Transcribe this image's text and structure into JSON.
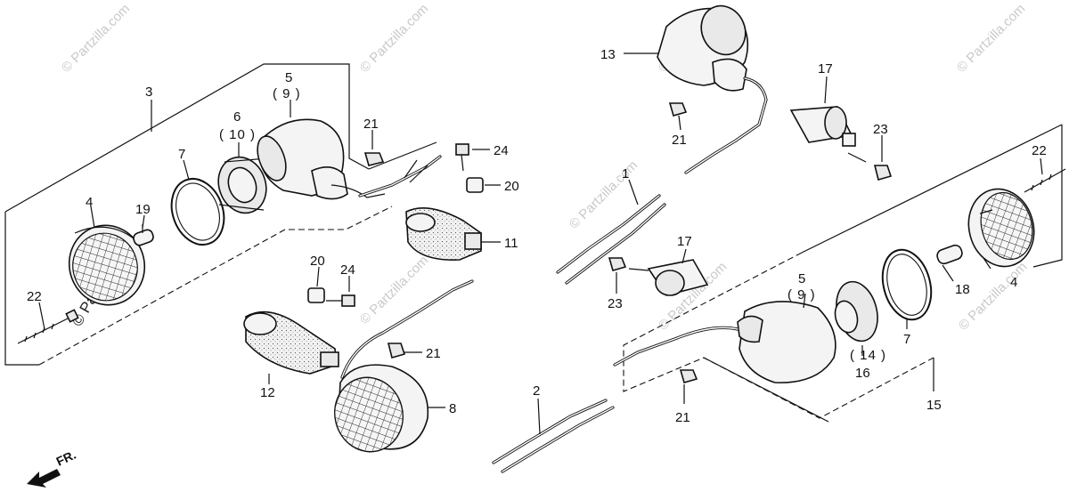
{
  "watermarks": [
    "© Partzilla.com",
    "© Partzilla.com",
    "© Partzilla.com",
    "© Partzilla.com",
    "© Partzilla.com",
    "© Partzilla.com",
    "© Partzilla.com",
    "© Partzilla.com",
    "© Partzilla.com"
  ],
  "direction_label": "FR.",
  "callouts": {
    "c1": "1",
    "c2": "2",
    "c3": "3",
    "c4_left": "4",
    "c4_right": "4",
    "c5_left": "5",
    "c5_left_alt": "( 9 )",
    "c5_right": "5",
    "c5_right_alt": "( 9 )",
    "c6": "6",
    "c6_alt": "( 10 )",
    "c7_left": "7",
    "c7_right": "7",
    "c8": "8",
    "c11": "11",
    "c12": "12",
    "c13": "13",
    "c14": "( 14 )",
    "c15": "15",
    "c16": "16",
    "c17_top": "17",
    "c17_mid": "17",
    "c18": "18",
    "c19": "19",
    "c20_upper": "20",
    "c20_lower": "20",
    "c21_a": "21",
    "c21_b": "21",
    "c21_c": "21",
    "c21_d": "21",
    "c22_left": "22",
    "c22_right": "22",
    "c23_a": "23",
    "c23_b": "23",
    "c24_upper": "24",
    "c24_lower": "24"
  }
}
